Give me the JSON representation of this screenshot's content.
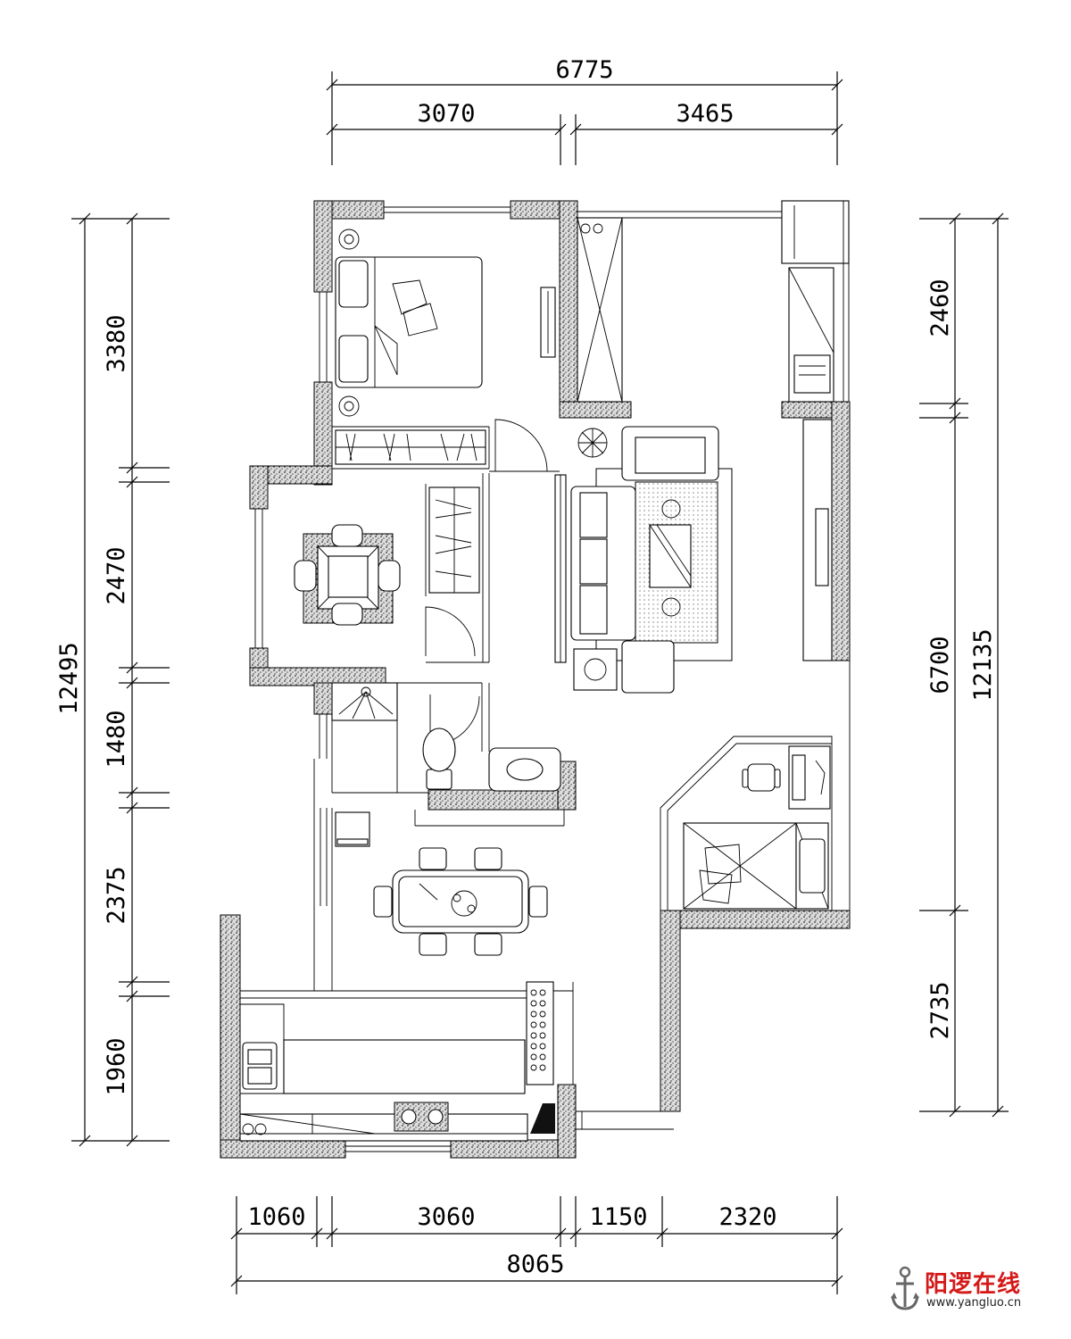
{
  "dimensions": {
    "top_total": "6775",
    "top_left": "3070",
    "top_right": "3465",
    "left_total": "12495",
    "left_1": "3380",
    "left_2": "2470",
    "left_3": "1480",
    "left_4": "2375",
    "left_5": "1960",
    "right_top": "2460",
    "right_mid": "6700",
    "right_bottom": "2735",
    "right_total": "12135",
    "bottom_1": "1060",
    "bottom_2": "3060",
    "bottom_3": "1150",
    "bottom_4": "2320",
    "bottom_total": "8065"
  },
  "watermark": {
    "name": "阳逻在线",
    "url": "www.yangluo.cn",
    "color": "#d51919",
    "icon": "anchor-icon"
  }
}
